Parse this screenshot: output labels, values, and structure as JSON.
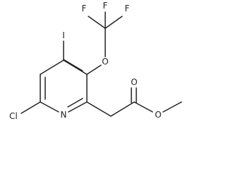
{
  "molecule": {
    "atoms": {
      "f1": "F",
      "f2": "F",
      "f3": "F",
      "i": "I",
      "o_ether": "O",
      "o_carbonyl": "O",
      "o_ester": "O",
      "n": "N",
      "cl": "Cl"
    }
  }
}
